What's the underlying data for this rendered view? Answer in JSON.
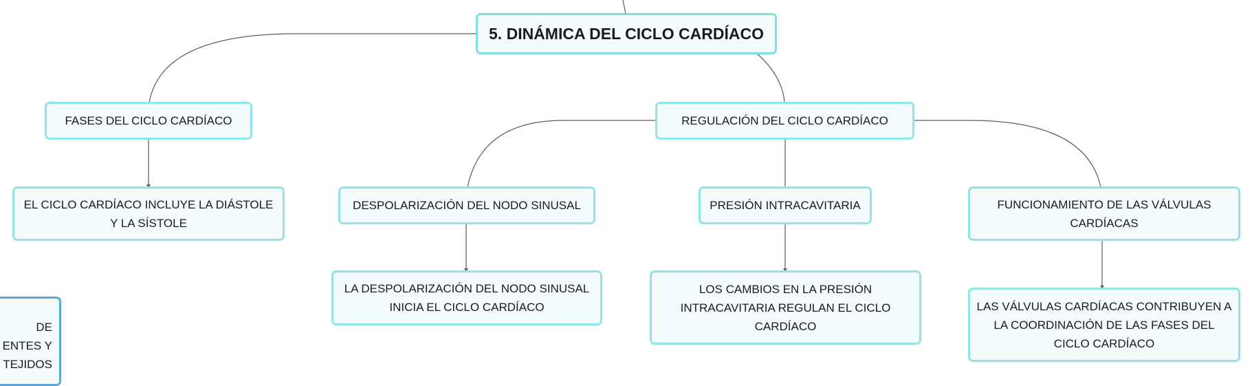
{
  "root": {
    "label": "5. DINÁMICA DEL CICLO CARDÍACO"
  },
  "branches": {
    "fases": {
      "label": "FASES DEL CICLO CARDÍACO",
      "child": "EL CICLO CARDÍACO INCLUYE LA DIÁSTOLE Y LA SÍSTOLE"
    },
    "regulacion": {
      "label": "REGULACIÓN DEL CICLO CARDÍACO",
      "children": [
        {
          "label": "DESPOLARIZACIÓN DEL NODO SINUSAL",
          "child": "LA DESPOLARIZACIÓN DEL NODO SINUSAL INICIA EL CICLO CARDÍACO"
        },
        {
          "label": "PRESIÓN INTRACAVITARIA",
          "child": "LOS CAMBIOS EN LA PRESIÓN INTRACAVITARIA REGULAN EL CICLO CARDÍACO"
        },
        {
          "label": "FUNCIONAMIENTO DE LAS VÁLVULAS CARDÍACAS",
          "child": "LAS VÁLVULAS CARDÍACAS CONTRIBUYEN A LA COORDINACIÓN DE LAS FASES DEL CICLO CARDÍACO"
        }
      ]
    }
  },
  "offscreen_node": {
    "lines": [
      "DE",
      "ENTES Y",
      "S TEJIDOS"
    ]
  },
  "colors": {
    "node_border": "#8fe6e8",
    "node_fill": "#f4fbfd",
    "connector": "#5a5a5a",
    "partial_border": "#5aa8d8"
  }
}
